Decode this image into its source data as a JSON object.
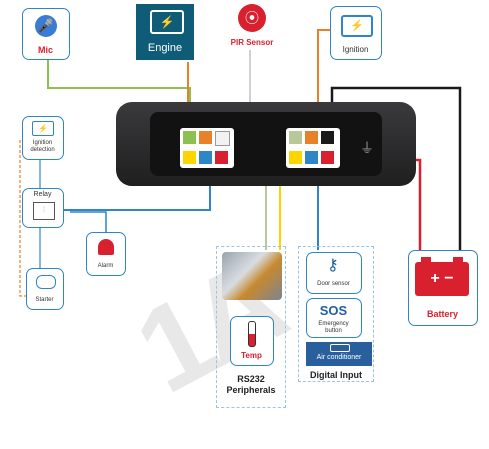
{
  "labels": {
    "mic": "Mic",
    "engine": "Engine",
    "pir": "PIR Sensor",
    "ignition": "Ignition",
    "ignition_detection": "Ignition\ndetection",
    "relay": "Relay",
    "alarm": "Alarm",
    "starter": "Starter",
    "temp": "Temp",
    "rs232": "RS232\nPeripherals",
    "door_sensor": "Door sensor",
    "sos": "SOS",
    "emergency_button": "Emergency\nbutton",
    "air_conditioner": "Air conditioner",
    "digital_input": "Digital Input",
    "battery": "Battery"
  },
  "colors": {
    "card_border": "#2f86c7",
    "accent_red": "#d9202f",
    "engine_bg": "#0f5c78",
    "device_body": "#2b2b2d",
    "wire_green": "#8cc152",
    "wire_orange": "#e8822a",
    "wire_blue": "#2f86c7",
    "wire_yellow": "#ffd500",
    "wire_red": "#d9202f",
    "wire_black": "#1a1a1a",
    "wire_grey": "#d0d0d0"
  }
}
